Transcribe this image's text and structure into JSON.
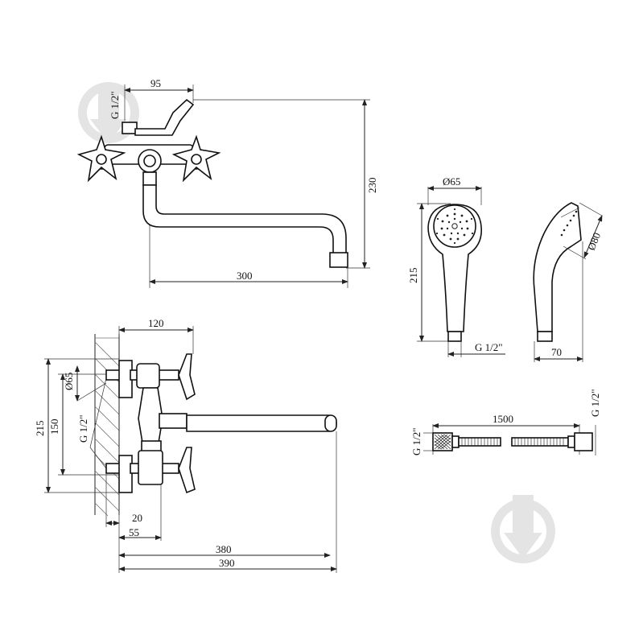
{
  "top_view": {
    "thread_label": "G 1/2\"",
    "dim_width": "95",
    "dim_height": "230",
    "dim_length": "300"
  },
  "side_view": {
    "dim_depth": "120",
    "dim_total_height": "215",
    "dim_center": "150",
    "dim_diameter": "Ø65",
    "thread_label": "G 1/2\"",
    "dim_20": "20",
    "dim_55": "55",
    "dim_380": "380",
    "dim_390": "390"
  },
  "hand_shower": {
    "dim_diameter_head": "Ø65",
    "dim_length": "215",
    "thread_label": "G 1/2\"",
    "dim_angle_diameter": "Ø80",
    "dim_depth": "70"
  },
  "hose": {
    "dim_length": "1500",
    "thread_left": "G 1/2\"",
    "thread_right": "G 1/2\""
  }
}
